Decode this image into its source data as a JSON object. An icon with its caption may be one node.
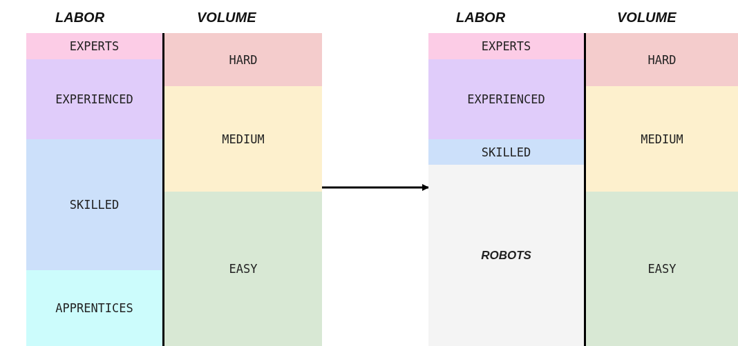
{
  "diagram": {
    "nodes": [
      {
        "text": [
          "EXPERTS"
        ]
      },
      {
        "text": [
          "EXPERIENCED"
        ]
      },
      {
        "text": [
          "SKILLED"
        ]
      },
      {
        "text": [
          "APPRENTICES"
        ]
      },
      {
        "text": [
          "HARD"
        ]
      },
      {
        "text": [
          "MEDIUM"
        ]
      },
      {
        "text": [
          "EASY"
        ]
      },
      {
        "text": [
          "EXPERTS"
        ]
      },
      {
        "text": [
          "EXPERIENCED"
        ]
      },
      {
        "text": [
          "SKILLED"
        ]
      },
      {
        "text": [
          "ROBOTS"
        ]
      },
      {
        "text": [
          "HARD"
        ]
      },
      {
        "text": [
          "MEDIUM"
        ]
      },
      {
        "text": [
          "EASY"
        ]
      }
    ],
    "edges": [
      {
        "from": 5,
        "to": 10,
        "arrow": "to"
      }
    ],
    "labels": [
      "LABOR",
      "VOLUME",
      "LABOR",
      "VOLUME"
    ]
  }
}
